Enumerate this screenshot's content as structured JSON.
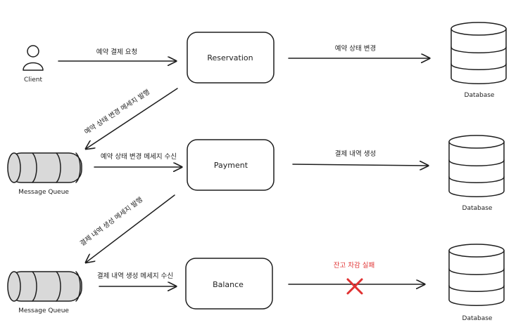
{
  "nodes": {
    "client": "Client",
    "reservation": "Reservation",
    "payment": "Payment",
    "balance": "Balance",
    "queue1": "Message Queue",
    "queue2": "Message Queue",
    "db1": "Database",
    "db2": "Database",
    "db3": "Database"
  },
  "edges": {
    "client_to_reservation": "예약 결제 요청",
    "reservation_to_db": "예약 상태 변경",
    "reservation_to_queue": "예약 상태 변경 메세지 발행",
    "queue_to_payment": "예약 상태 변경 메세지 수신",
    "payment_to_db": "결제 내역 생성",
    "payment_to_queue": "결제 내역 생성 메세지 발행",
    "queue_to_balance": "결제 내역 생성 메세지 수신",
    "balance_to_db": "잔고 차감 실패"
  },
  "colors": {
    "stroke": "#1e1e1e",
    "error": "#e03131",
    "queue_fill": "#d9d9d9"
  }
}
